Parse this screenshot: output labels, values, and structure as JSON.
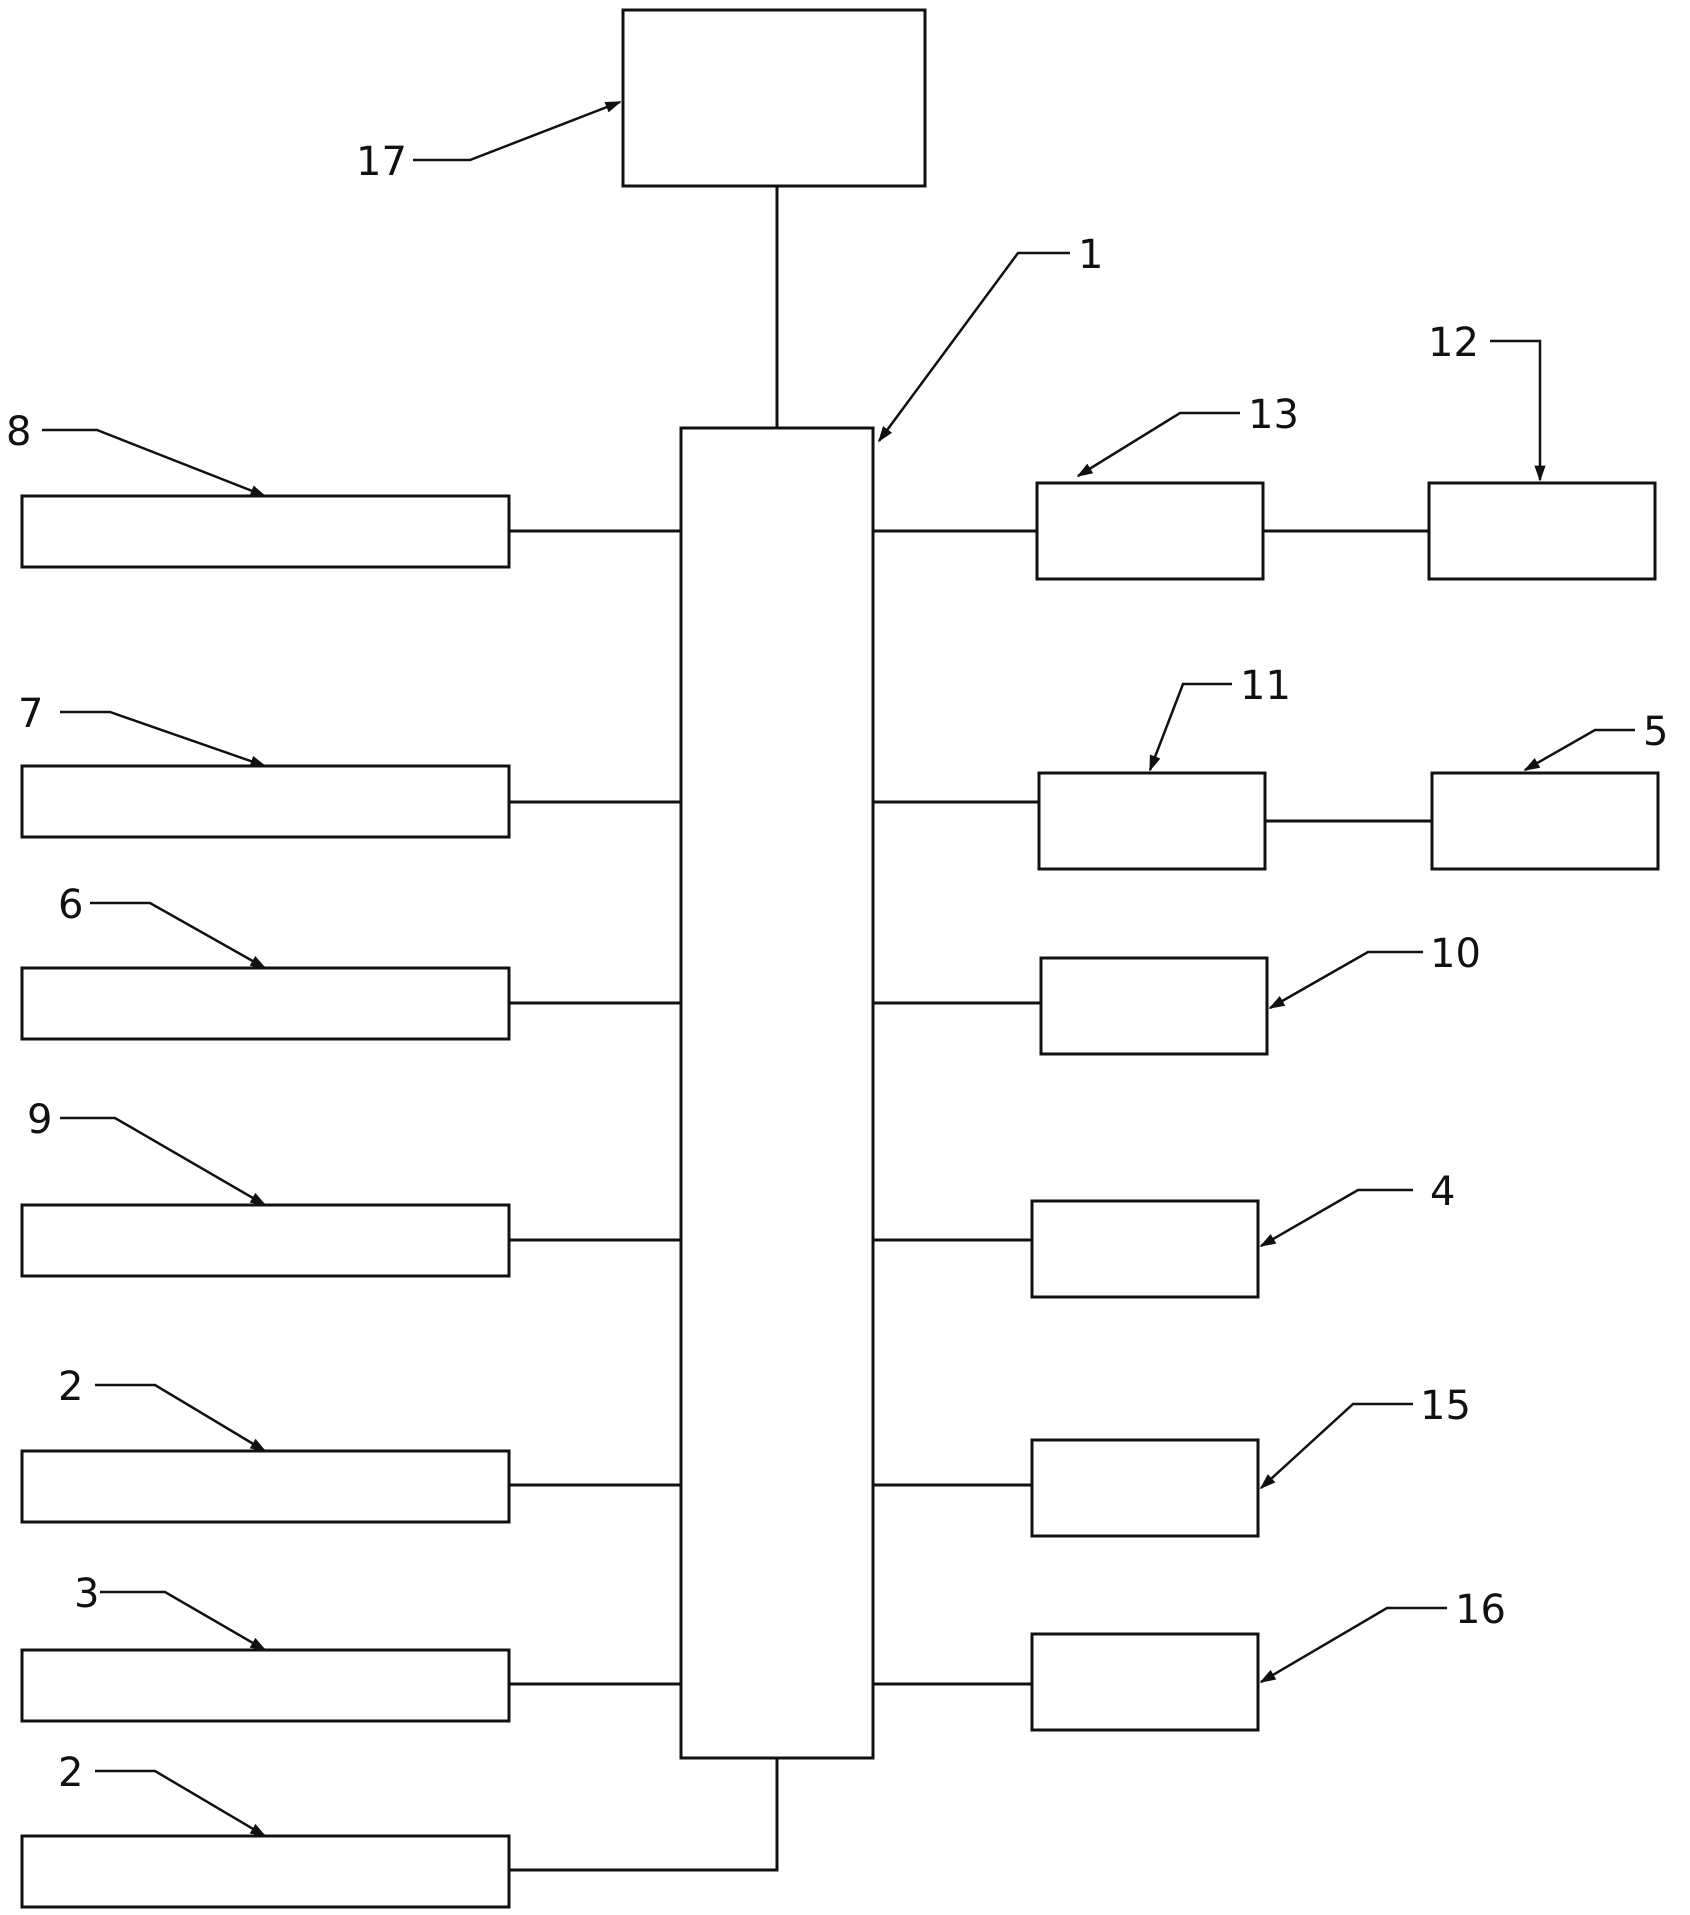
{
  "diagram": {
    "labels": {
      "n1": "1",
      "n2a": "2",
      "n2b": "2",
      "n3": "3",
      "n4": "4",
      "n5": "5",
      "n6": "6",
      "n7": "7",
      "n8": "8",
      "n9": "9",
      "n10": "10",
      "n11": "11",
      "n12": "12",
      "n13": "13",
      "n15": "15",
      "n16": "16",
      "n17": "17"
    },
    "colors": {
      "line": "#111111",
      "background": "#ffffff"
    }
  }
}
